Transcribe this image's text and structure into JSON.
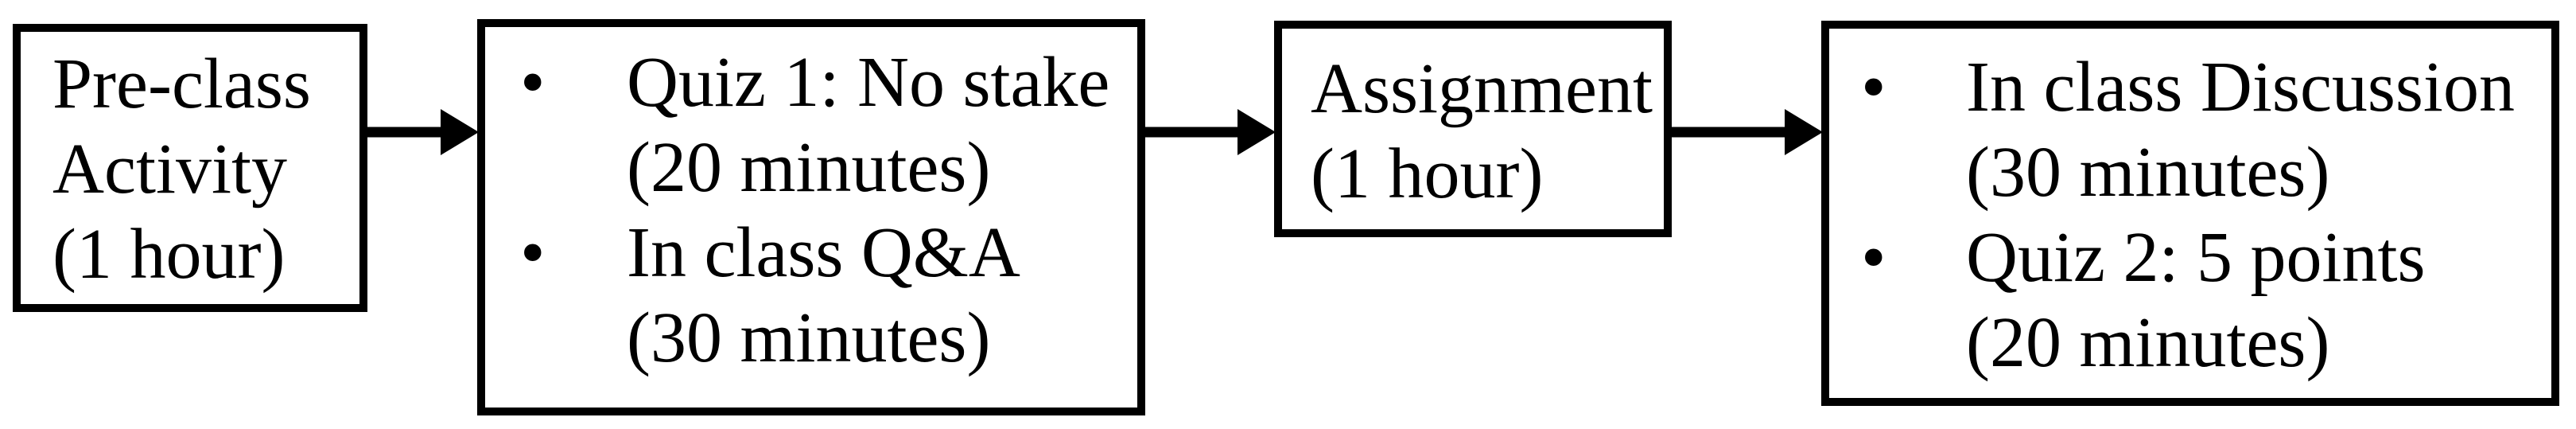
{
  "diagram": {
    "background_color": "#ffffff",
    "line_color": "#000000",
    "text_color": "#000000",
    "bullet_char": "•",
    "nodes": [
      {
        "id": "pre-class-activity",
        "text": "Pre-class\nActivity\n(1 hour)"
      },
      {
        "id": "in-class-session-1",
        "items": [
          {
            "text": "Quiz 1: No stake\n(20 minutes)"
          },
          {
            "text": "In class Q&A\n(30 minutes)"
          }
        ]
      },
      {
        "id": "assignment",
        "text": "Assignment\n(1 hour)"
      },
      {
        "id": "in-class-session-2",
        "items": [
          {
            "text": "In class Discussion\n(30 minutes)"
          },
          {
            "text": "Quiz 2: 5 points\n(20 minutes)"
          }
        ]
      }
    ]
  }
}
